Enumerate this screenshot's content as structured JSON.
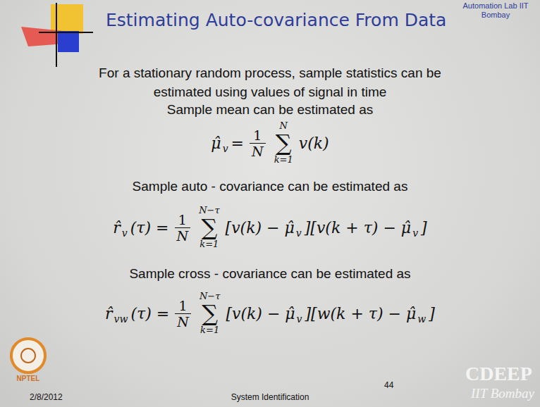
{
  "diagram": {
    "title": "Estimating Auto-covariance From Data",
    "labels": [
      "Automation Lab IIT Bombay",
      "For a stationary random process, sample statistics can be estimated using values of signal in time",
      "Sample mean can be estimated as",
      "μ̂",
      "v",
      "=",
      "1",
      "N",
      "N",
      "∑",
      "k=1",
      "v(k)",
      "Sample auto - covariance can be estimated as",
      "r̂",
      "v",
      "(τ) =",
      "1",
      "N",
      "N−τ",
      "∑",
      "k=1",
      "[v(k) − μ̂",
      "v",
      "][v(k + τ) − μ̂",
      "v",
      "]",
      "Sample cross - covariance can be estimated as",
      "r̂",
      "vw",
      "(τ) =",
      "1",
      "N",
      "N−τ",
      "∑",
      "k=1",
      "[v(k) − μ̂",
      "v",
      "][w(k + τ) − μ̂",
      "w",
      "]",
      "NPTEL",
      "2/8/2012",
      "System Identification",
      "44",
      "CDEEP",
      "IIT Bombay"
    ]
  }
}
